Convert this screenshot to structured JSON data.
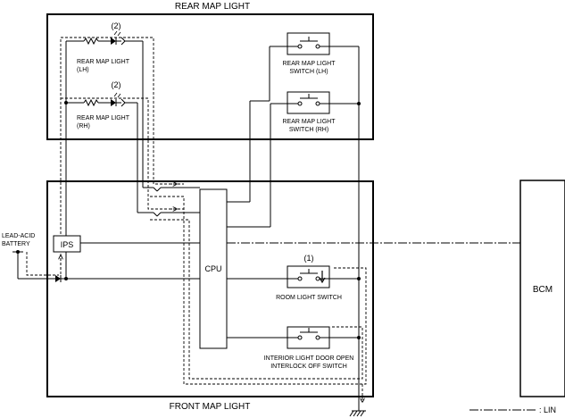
{
  "rear_box": {
    "title": "REAR MAP LIGHT"
  },
  "front_box": {
    "title": "FRONT MAP LIGHT"
  },
  "rear_map_light_lh": {
    "marker": "(2)",
    "label_line1": "REAR MAP LIGHT",
    "label_line2": "(LH)"
  },
  "rear_map_light_rh": {
    "marker": "(2)",
    "label_line1": "REAR MAP LIGHT",
    "label_line2": "(RH)"
  },
  "rear_map_light_switch_lh": {
    "label_line1": "REAR MAP LIGHT",
    "label_line2": "SWITCH (LH)"
  },
  "rear_map_light_switch_rh": {
    "label_line1": "REAR MAP LIGHT",
    "label_line2": "SWITCH (RH)"
  },
  "battery": {
    "label_line1": "LEAD-ACID",
    "label_line2": "BATTERY"
  },
  "ips": {
    "label": "IPS"
  },
  "cpu": {
    "label": "CPU"
  },
  "room_light_switch": {
    "marker": "(1)",
    "label": "ROOM LIGHT SWITCH"
  },
  "interior_light_switch": {
    "label_line1": "INTERIOR LIGHT DOOR OPEN",
    "label_line2": "INTERLOCK OFF SWITCH"
  },
  "bcm": {
    "label": "BCM"
  },
  "legend": {
    "lin_label": ": LIN"
  }
}
